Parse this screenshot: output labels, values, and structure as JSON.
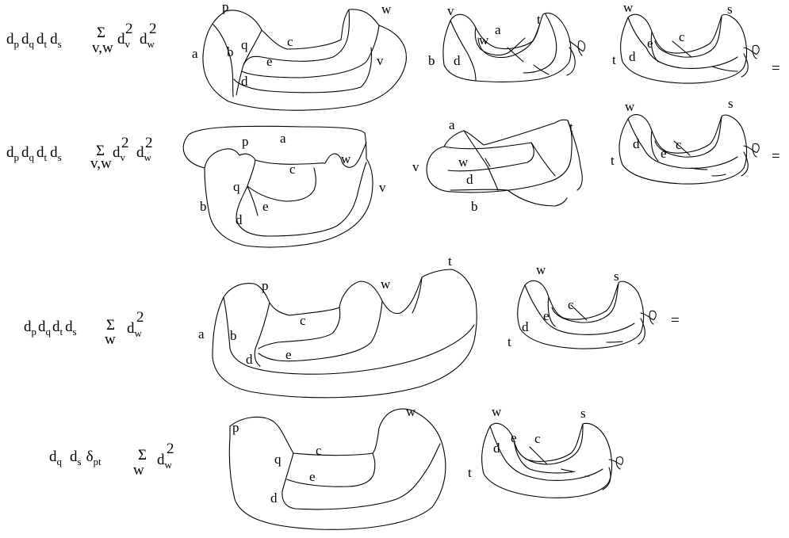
{
  "rows": [
    {
      "prefix": {
        "d1": "d",
        "s1": "p",
        "d2": "d",
        "s2": "q",
        "d3": "d",
        "s3": "t",
        "d4": "d",
        "s4": "s",
        "sum": "Σ",
        "sumSub": "v,w",
        "d5": "d",
        "s5": "v",
        "p5": "2",
        "d6": "d",
        "s6": "w",
        "p6": "2"
      },
      "fig1": {
        "p": "p",
        "w": "w",
        "a": "a",
        "b": "b",
        "q": "q",
        "c": "c",
        "e": "e",
        "v": "v",
        "d": "d"
      },
      "fig2": {
        "v": "v",
        "t": "t",
        "a": "a",
        "w": "w",
        "b": "b",
        "d": "d"
      },
      "fig3": {
        "w": "w",
        "s": "s",
        "e": "e",
        "c": "c",
        "t": "t",
        "d": "d"
      },
      "equals": "="
    },
    {
      "prefix": {
        "d1": "d",
        "s1": "p",
        "d2": "d",
        "s2": "q",
        "d3": "d",
        "s3": "t",
        "d4": "d",
        "s4": "s",
        "sum": "Σ",
        "sumSub": "v,w",
        "d5": "d",
        "s5": "v",
        "p5": "2",
        "d6": "d",
        "s6": "w",
        "p6": "2"
      },
      "fig1": {
        "p": "p",
        "a": "a",
        "c": "c",
        "w": "w",
        "v": "v",
        "q": "q",
        "b": "b",
        "e": "e",
        "d": "d"
      },
      "fig2": {
        "a": "a",
        "t": "t",
        "w": "w",
        "v": "v",
        "d": "d",
        "b": "b"
      },
      "fig3": {
        "w": "w",
        "s": "s",
        "d": "d",
        "t": "t",
        "c": "c",
        "e": "e"
      },
      "equals": "="
    },
    {
      "prefix": {
        "d1": "d",
        "s1": "p",
        "d2": "d",
        "s2": "q",
        "d3": "d",
        "s3": "t",
        "d4": "d",
        "s4": "s",
        "sum": "Σ",
        "sumSub": "w",
        "d5": "d",
        "s5": "w",
        "p5": "2"
      },
      "fig1": {
        "p": "p",
        "w": "w",
        "t": "t",
        "a": "a",
        "b": "b",
        "c": "c",
        "d": "d",
        "e": "e"
      },
      "fig3": {
        "w": "w",
        "s": "s",
        "c": "c",
        "e": "e",
        "d": "d",
        "t": "t"
      },
      "equals": "="
    },
    {
      "prefix": {
        "d1": "d",
        "s1": "q",
        "d2": "d",
        "s2": "s",
        "delta": "δ",
        "deltaSub": "pt",
        "sum": "Σ",
        "sumSub": "w",
        "d5": "d",
        "s5": "w",
        "p5": "2"
      },
      "fig1": {
        "p": "p",
        "w": "w",
        "q": "q",
        "c": "c",
        "e": "e",
        "d": "d"
      },
      "fig3": {
        "w": "w",
        "s": "s",
        "e": "e",
        "c": "c",
        "d": "d",
        "t": "t"
      }
    }
  ]
}
